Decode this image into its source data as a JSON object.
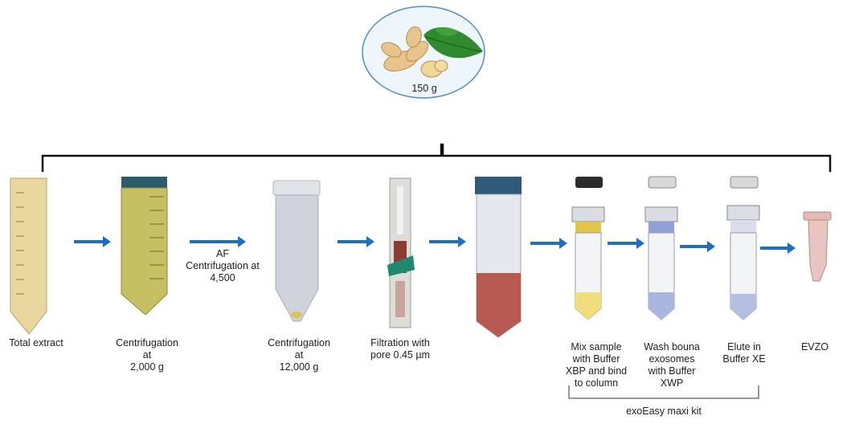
{
  "source": {
    "amount": "150 g"
  },
  "arrow_label": [
    "AF",
    "Centrifugation at",
    "4,500"
  ],
  "steps": [
    {
      "lines": [
        "Total extract"
      ]
    },
    {
      "lines": [
        "Centrifugation",
        "at",
        "2,000 g"
      ]
    },
    {
      "lines": [
        "Centrifugation",
        "at",
        "12,000 g"
      ]
    },
    {
      "lines": [
        "Filtration with",
        "pore 0.45 µm"
      ]
    },
    {
      "lines": [
        "Mix sample",
        "with Buffer",
        "XBP and bind",
        "to column"
      ]
    },
    {
      "lines": [
        "Wash bouna",
        "exosomes",
        "with Buffer",
        "XWP"
      ]
    },
    {
      "lines": [
        "Elute in",
        "Buffer XE"
      ]
    },
    {
      "lines": [
        "EVZO"
      ]
    }
  ],
  "kit": {
    "label": "exoEasy maxi kit"
  },
  "colors": {
    "arrow": "#1f6fc0",
    "extract": "#e9d79f",
    "supernatant": "#c7c063",
    "clear_tube": "#cfd3dc",
    "red_filtrate": "#b65a52",
    "buffer_xbp": "#f0de7a",
    "buffer_xwp": "#a9b6df",
    "buffer_xe": "#b5bfe2",
    "evzo_tube": "#e9c5c2"
  }
}
